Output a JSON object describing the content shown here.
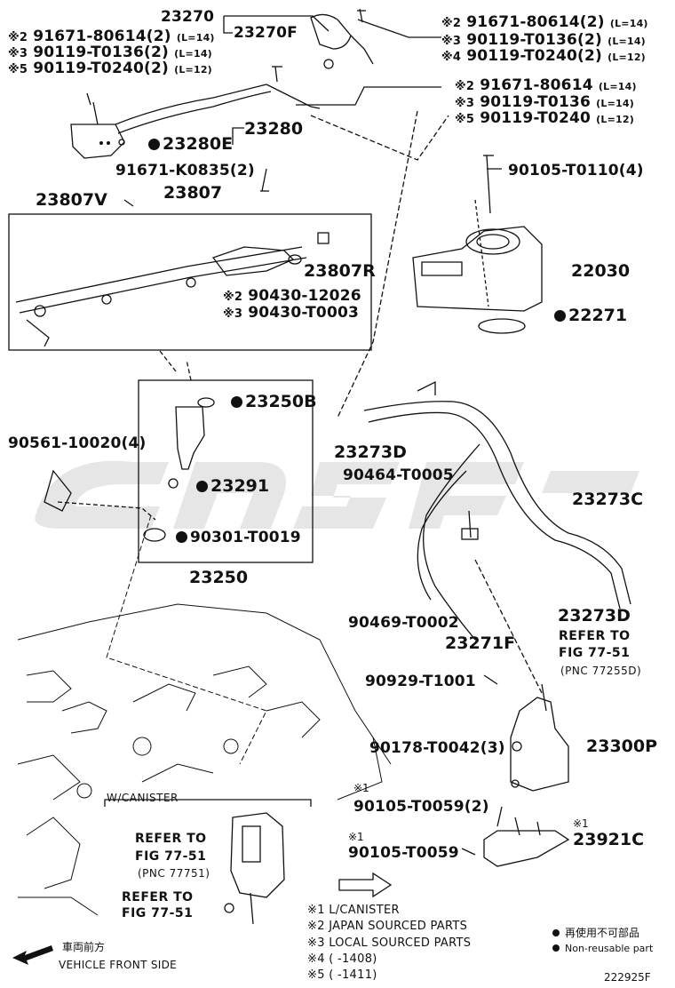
{
  "diagram": {
    "figure_id": "222925F",
    "parts": {
      "p23270": "23270",
      "p23270F": "23270F",
      "p23280": "23280",
      "p23280E": "23280E",
      "p23807": "23807",
      "p23807V": "23807V",
      "p23807R": "23807R",
      "p22030": "22030",
      "p22271": "22271",
      "p23250B": "23250B",
      "p23291": "23291",
      "p90301": "90301-T0019",
      "p23250": "23250",
      "p90561": "90561-10020(4)",
      "p23273D_a": "23273D",
      "p90464": "90464-T0005",
      "p23273C": "23273C",
      "p90469": "90469-T0002",
      "p23271F": "23271F",
      "p23273D_b": "23273D",
      "p90929": "90929-T1001",
      "p90178": "90178-T0042(3)",
      "p23300P": "23300P",
      "p90105_59_2": "90105-T0059(2)",
      "p90105_59": "90105-T0059",
      "p23921C": "23921C",
      "p90105_110": "90105-T0110(4)",
      "p91671_K0835": "91671-K0835(2)",
      "p90430_12026": "90430-12026",
      "p90430_T0003": "90430-T0003"
    },
    "top_right_list": [
      {
        "mark": "※2",
        "part": "91671-80614(2)",
        "len": "(L=14)"
      },
      {
        "mark": "※3",
        "part": "90119-T0136(2)",
        "len": "(L=14)"
      },
      {
        "mark": "※4",
        "part": "90119-T0240(2)",
        "len": "(L=12)"
      }
    ],
    "top_left_list": [
      {
        "mark": "※2",
        "part": "91671-80614(2)",
        "len": "(L=14)"
      },
      {
        "mark": "※3",
        "part": "90119-T0136(2)",
        "len": "(L=14)"
      },
      {
        "mark": "※5",
        "part": "90119-T0240(2)",
        "len": "(L=12)"
      }
    ],
    "mid_right_list": [
      {
        "mark": "※2",
        "part": "91671-80614",
        "len": "(L=14)"
      },
      {
        "mark": "※3",
        "part": "90119-T0136",
        "len": "(L=14)"
      },
      {
        "mark": "※5",
        "part": "90119-T0240",
        "len": "(L=12)"
      }
    ],
    "marks": {
      "m2": "※2",
      "m3": "※3",
      "m1": "※1"
    },
    "refs": {
      "ref1_a": "REFER TO",
      "ref1_b": "FIG 77-51",
      "ref1_c": "(PNC 77255D)",
      "ref2_a": "REFER TO",
      "ref2_b": "FIG 77-51",
      "ref2_c": "(PNC 77751)",
      "ref3_a": "REFER TO",
      "ref3_b": "FIG 77-51"
    },
    "canister_label": "W/CANISTER",
    "notes": [
      "※1 L/CANISTER",
      "※2 JAPAN SOURCED PARTS",
      "※3 LOCAL SOURCED PARTS",
      "※4 (       -1408)",
      "※5 (       -1411)"
    ],
    "legend_jp": "再使用不可部品",
    "legend_en": "Non-reusable part",
    "front_jp": "車両前方",
    "front_en": "VEHICLE FRONT SIDE"
  }
}
